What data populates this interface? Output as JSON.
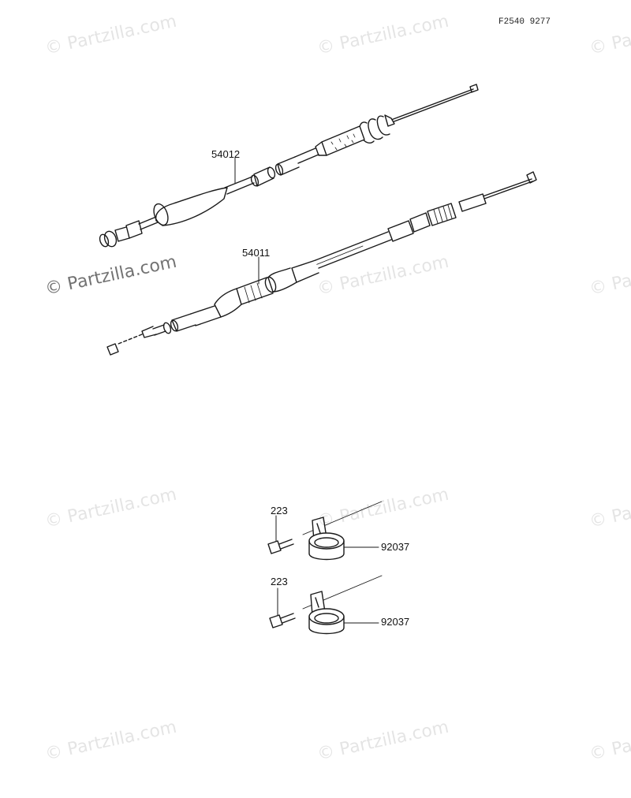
{
  "ref_code": "F2540 9277",
  "callouts": {
    "cable_upper": "54012",
    "cable_lower": "54011",
    "screw_upper": "223",
    "clamp_upper": "92037",
    "screw_lower": "223",
    "clamp_lower": "92037"
  },
  "watermark": "© Partzilla.com",
  "colors": {
    "line": "#1a1a1a",
    "watermark": "#000000"
  }
}
